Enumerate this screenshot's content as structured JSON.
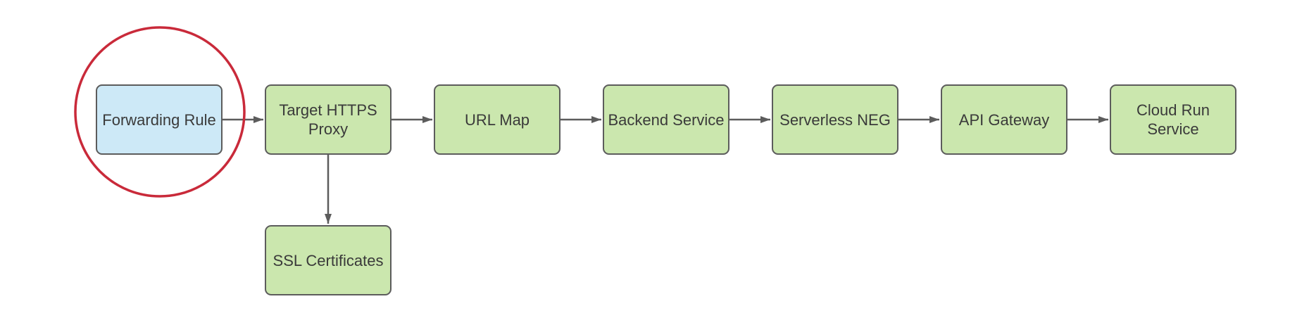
{
  "diagram": {
    "type": "flowchart",
    "nodes": [
      {
        "id": "forwarding-rule",
        "label": "Forwarding Rule",
        "lines": [
          "Forwarding Rule"
        ],
        "fill": "blue",
        "highlighted": true
      },
      {
        "id": "target-https-proxy",
        "label": "Target HTTPS Proxy",
        "lines": [
          "Target HTTPS",
          "Proxy"
        ],
        "fill": "green",
        "highlighted": false
      },
      {
        "id": "url-map",
        "label": "URL Map",
        "lines": [
          "URL Map"
        ],
        "fill": "green",
        "highlighted": false
      },
      {
        "id": "backend-service",
        "label": "Backend Service",
        "lines": [
          "Backend Service"
        ],
        "fill": "green",
        "highlighted": false
      },
      {
        "id": "serverless-neg",
        "label": "Serverless NEG",
        "lines": [
          "Serverless NEG"
        ],
        "fill": "green",
        "highlighted": false
      },
      {
        "id": "api-gateway",
        "label": "API Gateway",
        "lines": [
          "API Gateway"
        ],
        "fill": "green",
        "highlighted": false
      },
      {
        "id": "cloud-run-service",
        "label": "Cloud Run Service",
        "lines": [
          "Cloud Run",
          "Service"
        ],
        "fill": "green",
        "highlighted": false
      },
      {
        "id": "ssl-certificates",
        "label": "SSL Certificates",
        "lines": [
          "SSL Certificates"
        ],
        "fill": "green",
        "highlighted": false
      }
    ],
    "edges": [
      {
        "from": "Forwarding Rule",
        "to": "Target HTTPS Proxy",
        "direction": "right"
      },
      {
        "from": "Target HTTPS Proxy",
        "to": "URL Map",
        "direction": "right"
      },
      {
        "from": "URL Map",
        "to": "Backend Service",
        "direction": "right"
      },
      {
        "from": "Backend Service",
        "to": "Serverless NEG",
        "direction": "right"
      },
      {
        "from": "Serverless NEG",
        "to": "API Gateway",
        "direction": "right"
      },
      {
        "from": "API Gateway",
        "to": "Cloud Run Service",
        "direction": "right"
      },
      {
        "from": "Target HTTPS Proxy",
        "to": "SSL Certificates",
        "direction": "down"
      }
    ],
    "colors": {
      "background": "#ffffff",
      "node_green_fill": "#cbe7ae",
      "node_blue_fill": "#cde9f7",
      "node_border": "#5c5c5c",
      "arrow": "#5c5c5c",
      "highlight_circle": "#c92a3a",
      "text": "#3a3a3a"
    }
  }
}
